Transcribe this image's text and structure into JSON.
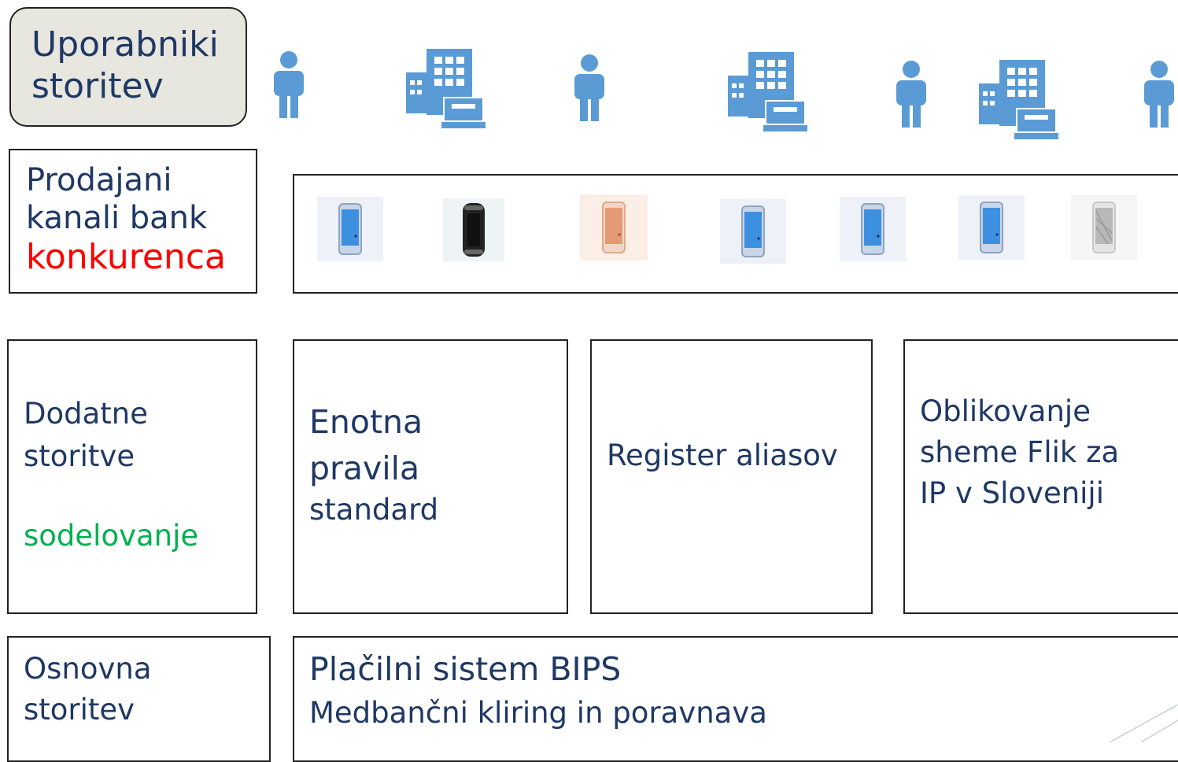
{
  "rows": {
    "users": {
      "label_line1": "Uporabniki",
      "label_line2": "storitev",
      "icons": [
        "person-icon",
        "building-icon",
        "person-icon",
        "building-icon",
        "person-icon",
        "building-icon",
        "person-icon"
      ]
    },
    "channels": {
      "label_line1": "Prodajani",
      "label_line2": "kanali bank",
      "label_highlight": "konkurenca",
      "icons": [
        "smartphone-icon",
        "smartphone-icon",
        "smartphone-icon",
        "smartphone-icon",
        "smartphone-icon",
        "smartphone-icon",
        "smartphone-icon"
      ]
    },
    "additional": {
      "label_line1": "Dodatne",
      "label_line2": "storitve",
      "label_highlight": "sodelovanje",
      "box_rules_line1": "Enotna",
      "box_rules_line2": "pravila",
      "box_rules_line3": "standard",
      "box_alias": "Register aliasov",
      "box_flik_line1": "Oblikovanje",
      "box_flik_line2": "sheme Flik za",
      "box_flik_line3": "IP v Sloveniji"
    },
    "basic": {
      "label_line1": "Osnovna",
      "label_line2": "storitev",
      "title": "Plačilni sistem BIPS",
      "subtitle": "Medbančni kliring in poravnava"
    }
  },
  "colors": {
    "text": "#1f3864",
    "highlight_red": "#ff0000",
    "highlight_green": "#00b050",
    "icon_blue": "#5b9bd5",
    "users_box_fill": "#e7e6df"
  }
}
